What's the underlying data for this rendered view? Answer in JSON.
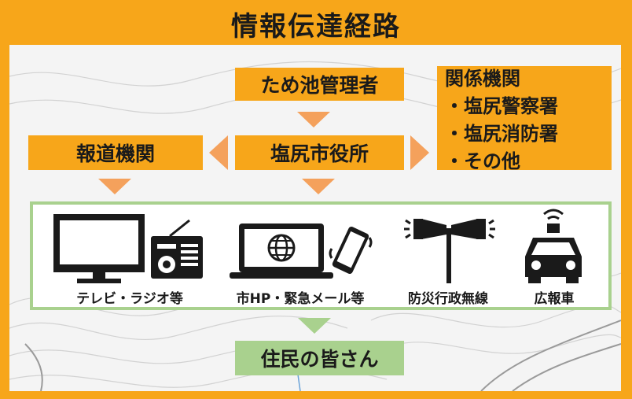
{
  "title": "情報伝達経路",
  "nodes": {
    "pond_manager": "ため池管理者",
    "city_office": "塩尻市役所",
    "press": "報道機関",
    "related": {
      "heading": "関係機関",
      "items": [
        "・塩尻警察署",
        "・塩尻消防署",
        "・その他"
      ]
    },
    "residents": "住民の皆さん"
  },
  "channels": [
    {
      "label": "テレビ・ラジオ等",
      "icon": "tv-radio-icon"
    },
    {
      "label": "市HP・緊急メール等",
      "icon": "laptop-phone-icon"
    },
    {
      "label": "防災行政無線",
      "icon": "loudspeaker-icon"
    },
    {
      "label": "広報車",
      "icon": "patrol-car-icon"
    }
  ],
  "colors": {
    "orange": "#f7a61a",
    "arrow_orange": "#f4a15c",
    "green": "#a9d18e",
    "text": "#1a1a1a"
  }
}
